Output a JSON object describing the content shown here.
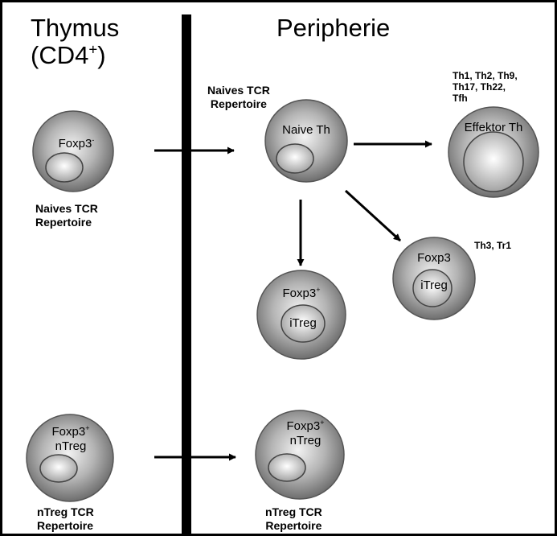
{
  "headers": {
    "thymus_line1": "Thymus",
    "thymus_line2": "(CD4",
    "thymus_sup": "+",
    "thymus_close": ")",
    "peripherie": "Peripherie"
  },
  "labels": {
    "naive_tcr_line1": "Naives TCR",
    "naive_tcr_line2": "Repertoire",
    "naive_tcr_top_line1": "Naives TCR",
    "naive_tcr_top_line2": "Repertoire",
    "ntreg_tcr_left_line1": "nTreg TCR",
    "ntreg_tcr_left_line2": "Repertoire",
    "ntreg_tcr_right_line1": "nTreg TCR",
    "ntreg_tcr_right_line2": "Repertoire",
    "effector_subsets_line1": "Th1, Th2, Th9,",
    "effector_subsets_line2": "Th17, Th22,",
    "effector_subsets_line3": "Tfh",
    "itreg_subsets": "Th3, Tr1"
  },
  "cells": {
    "thymus_naive": {
      "label": "Foxp3",
      "sup": "-"
    },
    "naive_th": {
      "label": "Naive Th"
    },
    "effektor_th": {
      "label": "Effektor Th"
    },
    "itreg_bottom": {
      "label": "Foxp3",
      "sup": "+",
      "inner": "iTreg"
    },
    "itreg_right": {
      "label": "Foxp3",
      "inner": "iTreg"
    },
    "thymus_ntreg": {
      "label": "Foxp3",
      "sup": "+",
      "label2": "nTreg"
    },
    "periph_ntreg": {
      "label": "Foxp3",
      "sup": "+",
      "label2": "nTreg"
    }
  },
  "colors": {
    "cell_light": "#f2f2f2",
    "cell_dark": "#6e6e6e",
    "nucleus_light": "#ffffff",
    "nucleus_dark": "#9a9a9a",
    "line": "#000000"
  }
}
